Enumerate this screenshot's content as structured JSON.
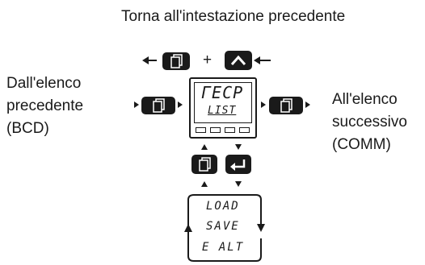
{
  "title": "Torna all'intestazione precedente",
  "left_label": [
    "Dall'elenco",
    "precedente",
    "(BCD)"
  ],
  "right_label": [
    "All'elenco",
    "successivo",
    "(COMM)"
  ],
  "plus_sign": "+",
  "display": {
    "line1": "ΓECP",
    "line2": "LIST"
  },
  "options": [
    "LOAD",
    "SAVE",
    "E ALT"
  ],
  "icons": {
    "page": "page-key-icon",
    "up": "up-arrow-key-icon",
    "enter": "enter-key-icon"
  },
  "colors": {
    "ink": "#1a1a1a",
    "background": "#ffffff"
  }
}
